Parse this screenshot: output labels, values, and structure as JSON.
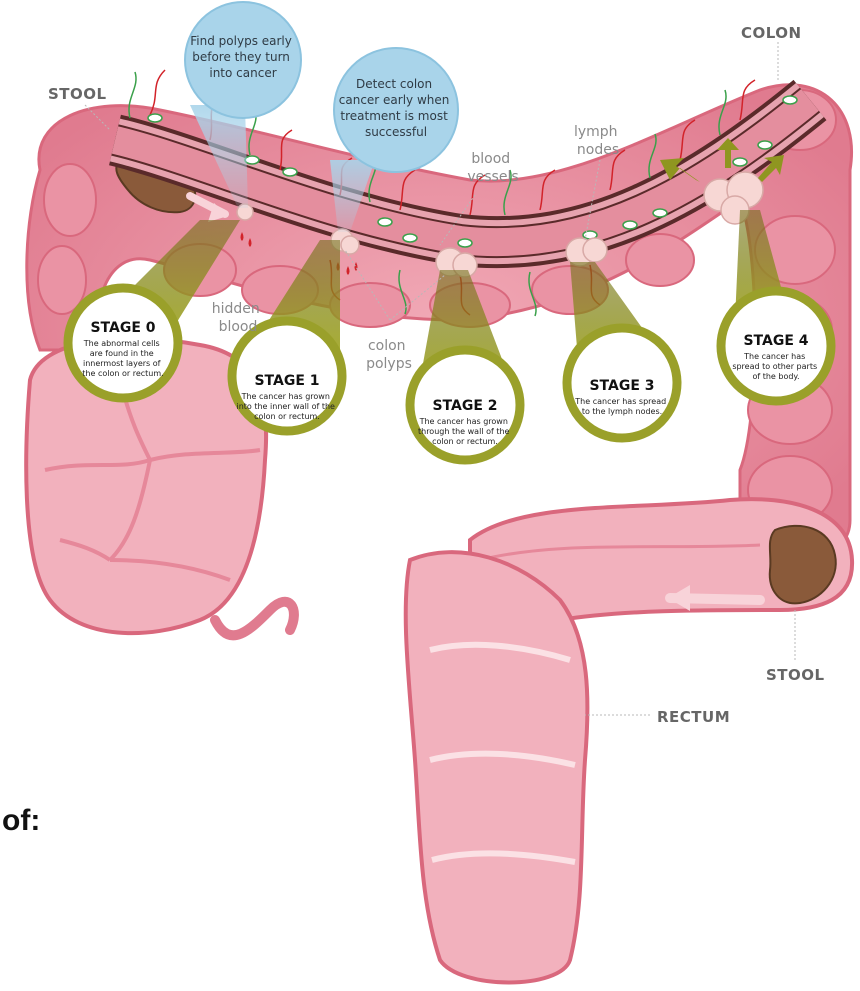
{
  "labels": {
    "stool_left": "STOOL",
    "colon": "COLON",
    "stool_right": "STOOL",
    "rectum": "RECTUM",
    "blood_vessels": [
      "blood",
      "vessels"
    ],
    "lymph_nodes": [
      "lymph",
      "nodes"
    ],
    "hidden_blood": [
      "hidden",
      "blood"
    ],
    "colon_polyps": [
      "colon",
      "polyps"
    ]
  },
  "bubbles": [
    {
      "lines": [
        "Find polyps early",
        "before they turn",
        "into cancer"
      ]
    },
    {
      "lines": [
        "Detect colon",
        "cancer early when",
        "treatment is most",
        "successful"
      ]
    }
  ],
  "stages": [
    {
      "title": "STAGE 0",
      "lines": [
        "The abnormal cells",
        "are found in the",
        "innermost layers of",
        "the colon or rectum."
      ]
    },
    {
      "title": "STAGE 1",
      "lines": [
        "The cancer has grown",
        "into the inner wall of the",
        "colon or rectum."
      ]
    },
    {
      "title": "STAGE 2",
      "lines": [
        "The cancer has grown",
        "through the wall of the",
        "colon or rectum."
      ]
    },
    {
      "title": "STAGE 3",
      "lines": [
        "The cancer has spread",
        "to the lymph nodes."
      ]
    },
    {
      "title": "STAGE 4",
      "lines": [
        "The cancer has",
        "spread to other parts",
        "of the body."
      ]
    }
  ],
  "bottom_text": "of:",
  "colors": {
    "colon_outer": "#e8889a",
    "colon_inner": "#f4b7c0",
    "wall": "#5a2a2a",
    "stage_green": "#9aa02a",
    "bubble_blue": "#a9d4ea",
    "vessel_red": "#d2232a",
    "vessel_green": "#3aa04a"
  }
}
